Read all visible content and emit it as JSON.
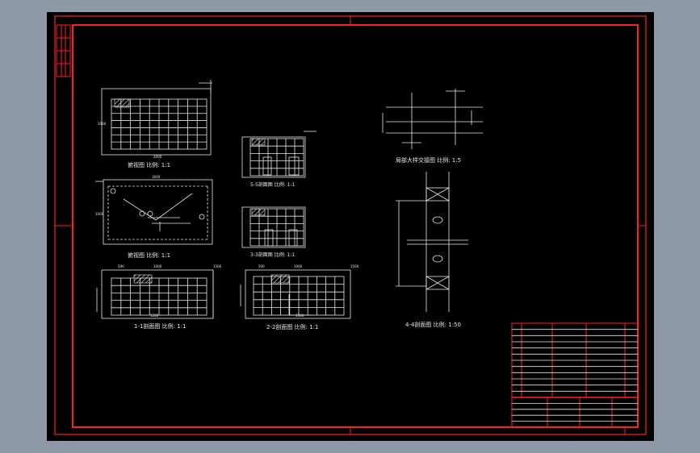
{
  "colors": {
    "background": "#8e99a7",
    "canvas": "#000000",
    "frame": "#ff2020",
    "lines": "#e8e8e8"
  },
  "views": {
    "plan": {
      "title": "俯视图  比例: 1:1",
      "dim_width": "2000",
      "dim_height": "1000"
    },
    "section_5": {
      "title": "5-5剖面图  比例: 1:1"
    },
    "anchor_plan": {
      "title": "俯视图  比例: 1:1",
      "dim_width": "1600",
      "dim_height": "1000"
    },
    "section_3": {
      "title": "3-3剖面图  比例: 1:1"
    },
    "section_1": {
      "title": "1-1剖面图  比例: 1:1",
      "dim_top_left": "500",
      "dim_top_mid": "1000",
      "dim_top_right": "1500",
      "dim_bottom": "1500"
    },
    "section_2": {
      "title": "2-2剖面图  比例: 1:1",
      "dim_top_left": "500",
      "dim_top_mid": "1000",
      "dim_top_right": "1500",
      "dim_bottom": "1500"
    },
    "cross": {
      "title": "局部大样交接图  比例: 1:5"
    },
    "section_4": {
      "title": "4-4剖面图  比例: 1:50"
    }
  }
}
